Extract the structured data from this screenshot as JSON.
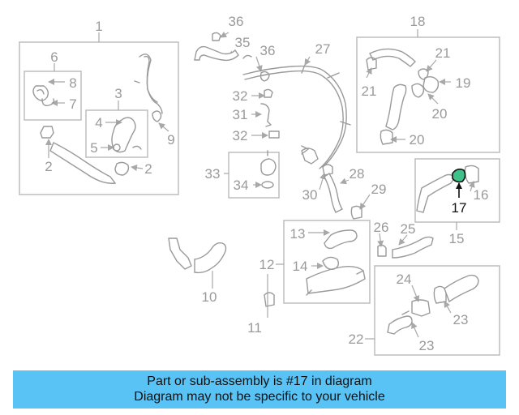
{
  "colors": {
    "banner_bg": "#59c3f5",
    "label_gray": "#9a9a9a",
    "highlight_part": "#3fc28a"
  },
  "diagram": {
    "labels": {
      "l1": "1",
      "l2a": "2",
      "l2b": "2",
      "l3": "3",
      "l4": "4",
      "l5": "5",
      "l6": "6",
      "l7": "7",
      "l8": "8",
      "l9": "9",
      "l10": "10",
      "l11": "11",
      "l12": "12",
      "l13": "13",
      "l14": "14",
      "l15": "15",
      "l16": "16",
      "l17": "17",
      "l18": "18",
      "l19": "19",
      "l20a": "20",
      "l20b": "20",
      "l21a": "21",
      "l21b": "21",
      "l22": "22",
      "l23a": "23",
      "l23b": "23",
      "l24": "24",
      "l25": "25",
      "l26": "26",
      "l27": "27",
      "l28": "28",
      "l29": "29",
      "l30": "30",
      "l31": "31",
      "l32a": "32",
      "l32b": "32",
      "l33": "33",
      "l34": "34",
      "l35": "35",
      "l36a": "36",
      "l36b": "36"
    }
  },
  "banner": {
    "line1": "Part or sub-assembly is #17 in diagram",
    "line2": "Diagram may not be specific to your vehicle"
  }
}
